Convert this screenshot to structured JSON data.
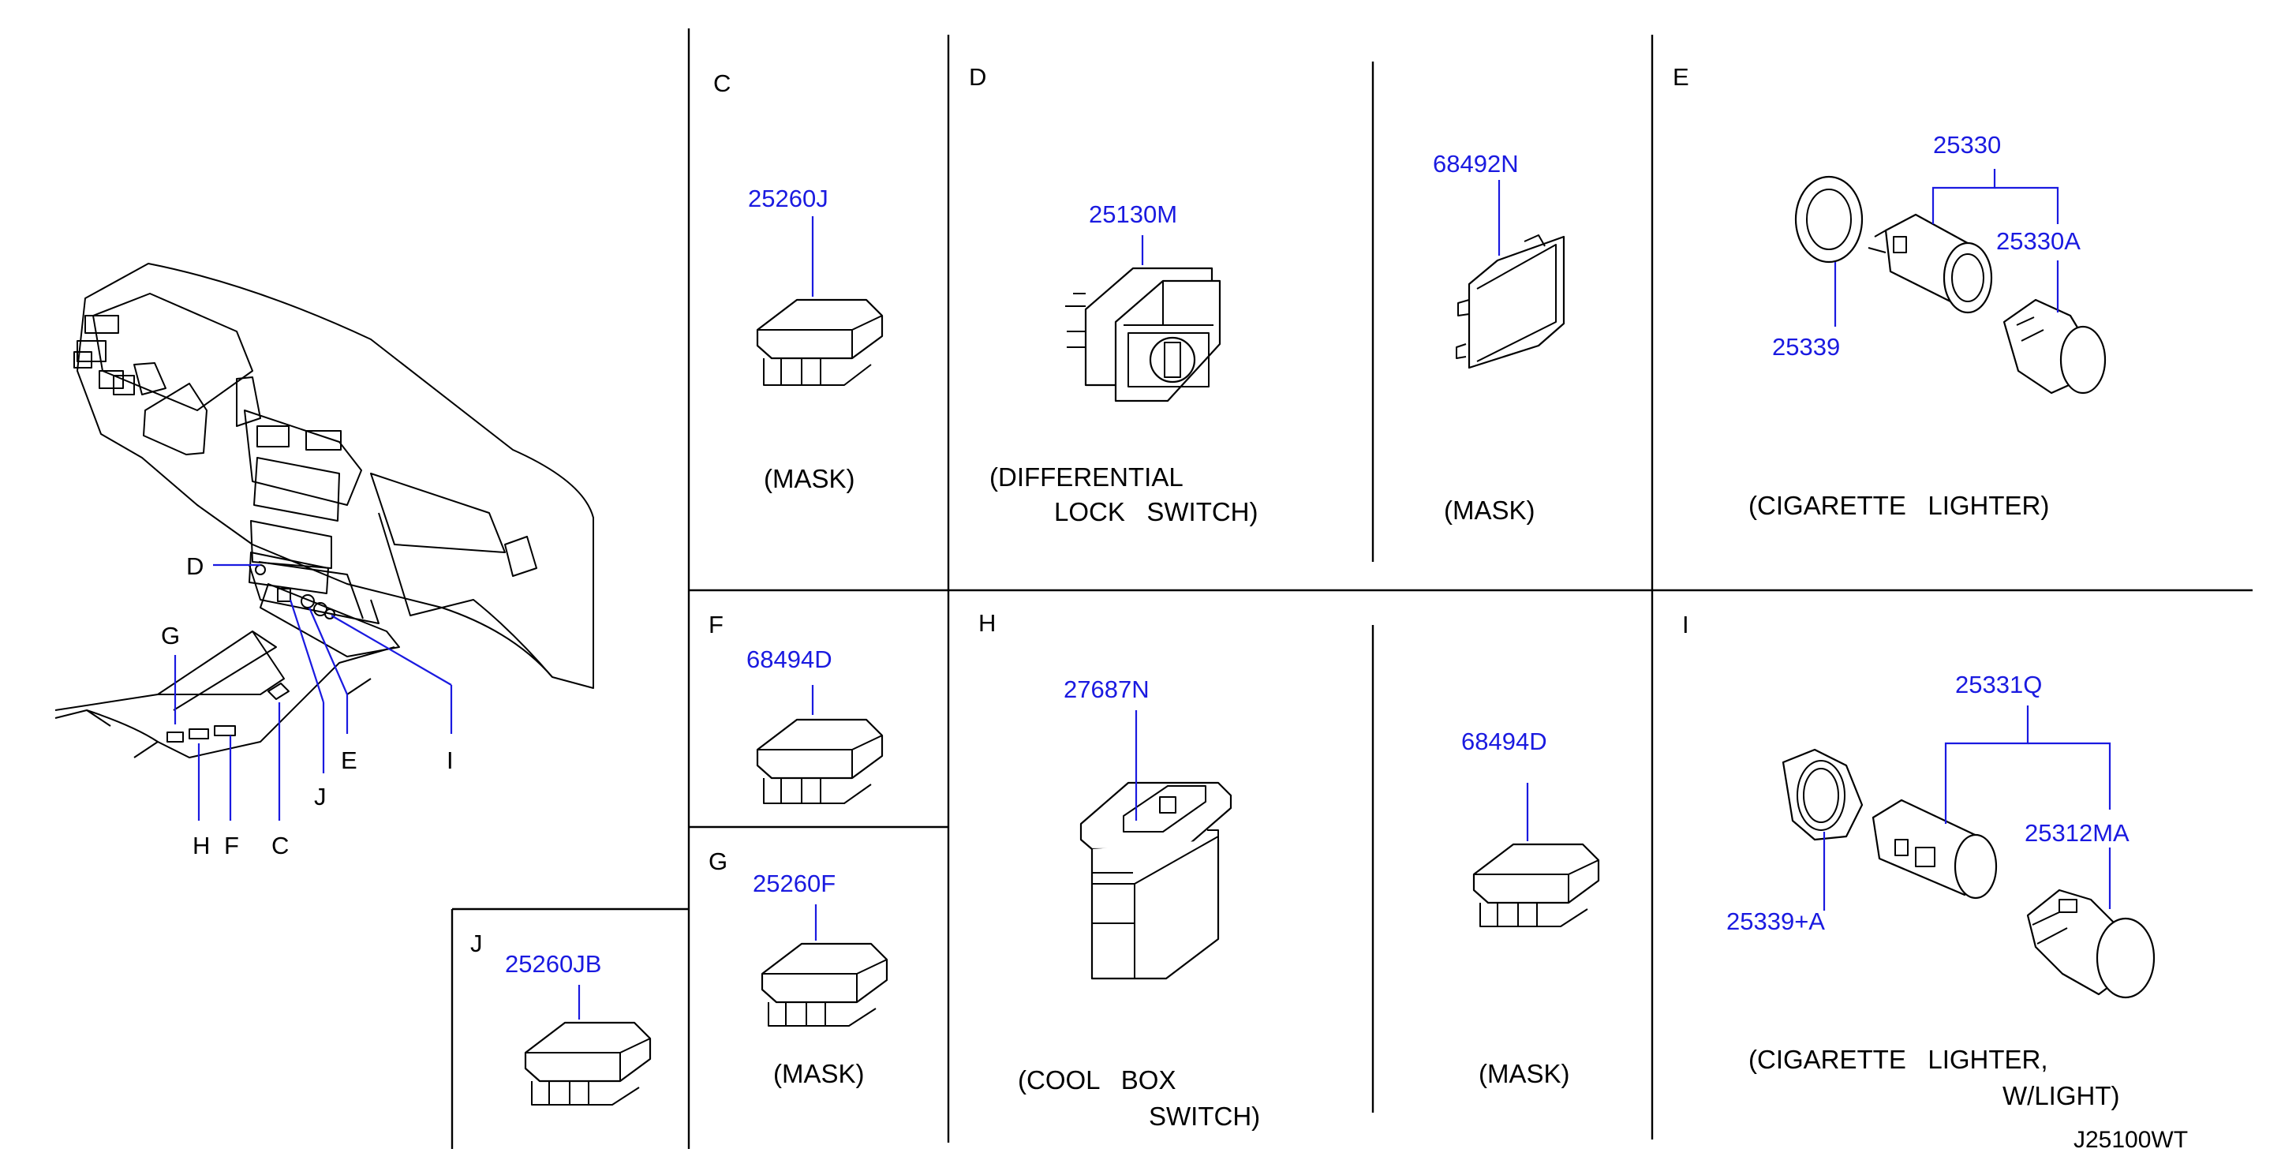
{
  "diagram_code": "J25100WT",
  "overview": {
    "callouts": {
      "D": "D",
      "G": "G",
      "H": "H",
      "F": "F",
      "C": "C",
      "J": "J",
      "E": "E",
      "I": "I"
    }
  },
  "sections": {
    "C": {
      "letter": "C",
      "part": "25260J",
      "caption": "(MASK)"
    },
    "D": {
      "letter": "D",
      "part": "25130M",
      "caption_line1": "(DIFFERENTIAL",
      "caption_line2": "LOCK   SWITCH)",
      "part2": "68492N",
      "caption2": "(MASK)"
    },
    "E": {
      "letter": "E",
      "part_group": "25330",
      "part_a": "25330A",
      "part_b": "25339",
      "caption": "(CIGARETTE   LIGHTER)"
    },
    "F": {
      "letter": "F",
      "part": "68494D"
    },
    "G": {
      "letter": "G",
      "part": "25260F",
      "caption": "(MASK)"
    },
    "H": {
      "letter": "H",
      "part": "27687N",
      "caption_line1": "(COOL   BOX",
      "caption_line2": "SWITCH)",
      "part2": "68494D",
      "caption2": "(MASK)"
    },
    "I": {
      "letter": "I",
      "part_group": "25331Q",
      "part_a": "25312MA",
      "part_b": "25339+A",
      "caption_line1": "(CIGARETTE   LIGHTER,",
      "caption_line2": "W/LIGHT)"
    },
    "J": {
      "letter": "J",
      "part": "25260JB"
    }
  }
}
